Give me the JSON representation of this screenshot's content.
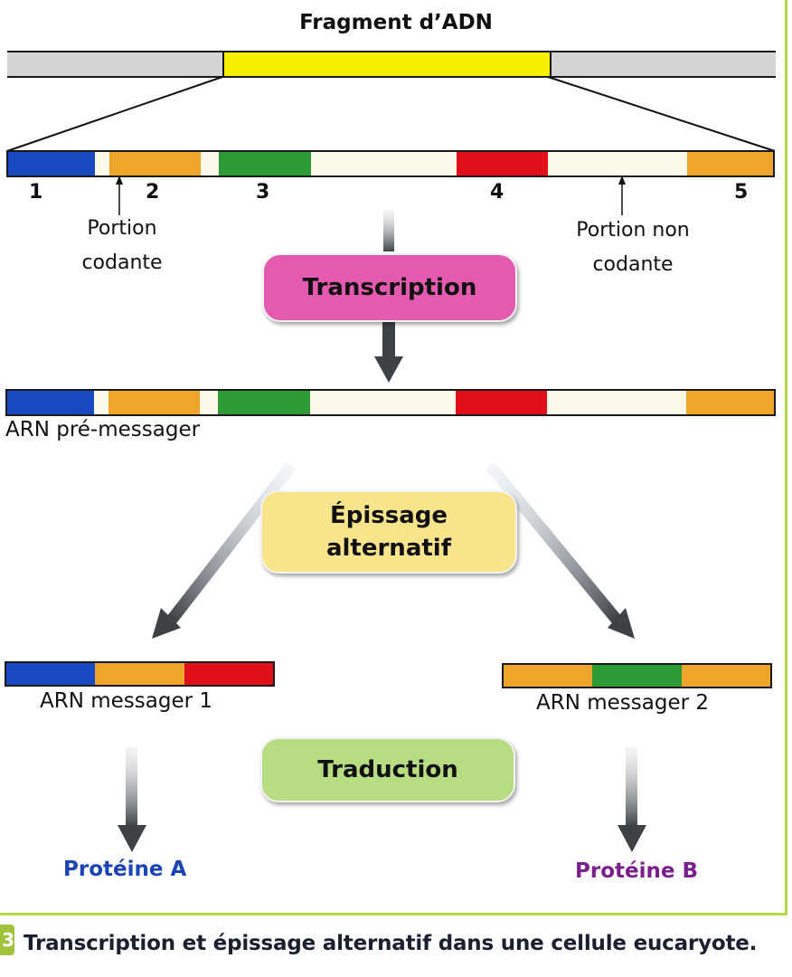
{
  "title": "Fragment d’ADN",
  "colors": {
    "gray": "#d4d4d4",
    "yellow": "#f7ef00",
    "blue": "#1948c2",
    "orange": "#eea62a",
    "green": "#2e9a36",
    "red": "#e10f1a",
    "cream": "#fdf9e8",
    "pink": "#e45ab0",
    "pale_yellow": "#f8e48a",
    "light_green": "#b8dc82",
    "protein_a": "#1a43b8",
    "protein_b": "#7a1f8c",
    "frame_green": "#b7d64a"
  },
  "dna_strip": {
    "segments": [
      {
        "color": "gray",
        "part": "flank"
      },
      {
        "color": "yellow",
        "part": "gene"
      },
      {
        "color": "gray",
        "part": "flank"
      }
    ]
  },
  "gene_strip": {
    "segments": [
      {
        "color": "blue",
        "exon": "1"
      },
      {
        "color": "cream",
        "exon": null
      },
      {
        "color": "orange",
        "exon": "2"
      },
      {
        "color": "cream",
        "exon": null
      },
      {
        "color": "green",
        "exon": "3"
      },
      {
        "color": "cream",
        "exon": null
      },
      {
        "color": "red",
        "exon": "4"
      },
      {
        "color": "cream",
        "exon": null
      },
      {
        "color": "orange",
        "exon": "5"
      }
    ],
    "numbers": [
      "1",
      "2",
      "3",
      "4",
      "5"
    ]
  },
  "annotations": {
    "coding": [
      "Portion",
      "codante"
    ],
    "non_coding": [
      "Portion non",
      "codante"
    ]
  },
  "steps": {
    "transcription": "Transcription",
    "splicing": [
      "Épissage",
      "alternatif"
    ],
    "translation": "Traduction"
  },
  "pre_mrna_label": "ARN pré-messager",
  "mrna1": {
    "label": "ARN messager 1",
    "segments": [
      "blue",
      "orange",
      "red"
    ]
  },
  "mrna2": {
    "label": "ARN messager 2",
    "segments": [
      "orange",
      "green",
      "orange"
    ]
  },
  "proteins": {
    "a": "Protéine A",
    "b": "Protéine B"
  },
  "caption": {
    "badge": "3",
    "text": "Transcription et épissage alternatif dans une cellule eucaryote."
  }
}
